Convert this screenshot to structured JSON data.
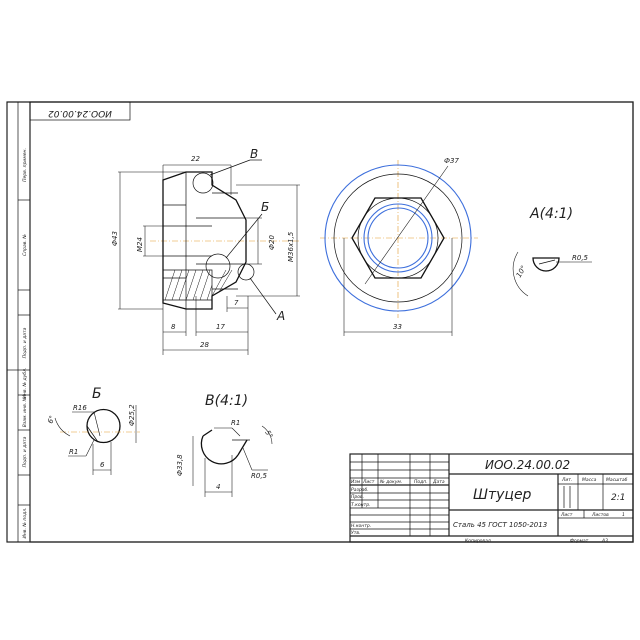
{
  "doc_code_mirrored": "ИОО.24.00.02",
  "side_labels": [
    "Перв. примен.",
    "Справ. №",
    "Подп. и дата",
    "Инв. № дубл.",
    "Взам. инв. №",
    "Подп. и дата",
    "Инв. № подл."
  ],
  "main_view": {
    "dims": {
      "top": "22",
      "dia_outer": "Ф43",
      "m24": "М24",
      "dia20": "Ф20",
      "thread": "М36х1,5",
      "d8": "8",
      "d17": "17",
      "d28": "28",
      "d7": "7"
    },
    "callouts": {
      "V": "В",
      "B": "Б",
      "A": "А"
    }
  },
  "end_view": {
    "dia37": "Ф37",
    "d33": "33"
  },
  "detail_A": {
    "title": "А(4:1)",
    "r": "R0,5",
    "angle": "10°"
  },
  "detail_B": {
    "title": "Б",
    "r16": "R16",
    "r1": "R1",
    "dia": "Ф25,2",
    "d6": "6",
    "angle": "6°"
  },
  "detail_V": {
    "title": "В(4:1)",
    "r1": "R1",
    "r05": "R0,5",
    "dia": "Ф33,8",
    "d4": "4",
    "angle": "5°"
  },
  "title_block": {
    "code": "ИОО.24.00.02",
    "name": "Штуцер",
    "material": "Сталь 45 ГОСТ 1050-2013",
    "col_headers": [
      "Изм",
      "Лист",
      "№ докум.",
      "Подп.",
      "Дата"
    ],
    "row_labels": [
      "Разраб.",
      "Пров.",
      "Т.контр.",
      "",
      "Н.контр.",
      "Утв."
    ],
    "lit_label": "Лит.",
    "mass_label": "Масса",
    "scale_label": "Масштаб",
    "scale_value": "2:1",
    "sheet_label": "Лист",
    "sheets_label": "Листов",
    "sheets_value": "1",
    "copied_label": "Копировал",
    "format_label": "Формат",
    "format_value": "А3"
  }
}
